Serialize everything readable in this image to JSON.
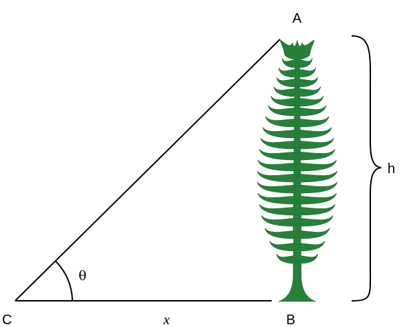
{
  "labels": {
    "vertex_a": "A",
    "vertex_b": "B",
    "vertex_c": "C",
    "height": "h",
    "base": "x",
    "angle": "θ"
  },
  "colors": {
    "tree": "#26803a",
    "line": "#000000"
  }
}
